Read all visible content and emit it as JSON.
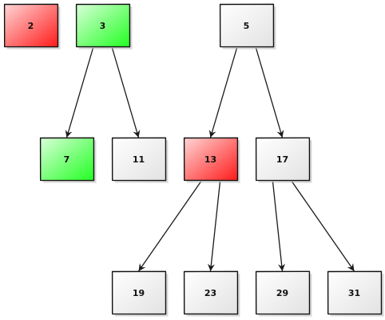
{
  "palette": {
    "red": {
      "light": "#ffd6d6",
      "dark": "#ff1a1a"
    },
    "green": {
      "light": "#d9ffd9",
      "dark": "#22ff22"
    },
    "gray": {
      "light": "#ffffff",
      "dark": "#e2e2e2"
    },
    "edge": "#1a1a1a"
  },
  "nodes": [
    {
      "id": "n2",
      "label": "2",
      "color": "red"
    },
    {
      "id": "n3",
      "label": "3",
      "color": "green"
    },
    {
      "id": "n5",
      "label": "5",
      "color": "gray"
    },
    {
      "id": "n7",
      "label": "7",
      "color": "green"
    },
    {
      "id": "n11",
      "label": "11",
      "color": "gray"
    },
    {
      "id": "n13",
      "label": "13",
      "color": "red"
    },
    {
      "id": "n17",
      "label": "17",
      "color": "gray"
    },
    {
      "id": "n19",
      "label": "19",
      "color": "gray"
    },
    {
      "id": "n23",
      "label": "23",
      "color": "gray"
    },
    {
      "id": "n29",
      "label": "29",
      "color": "gray"
    },
    {
      "id": "n31",
      "label": "31",
      "color": "gray"
    }
  ],
  "edges": [
    {
      "from": "n3",
      "to": "n7"
    },
    {
      "from": "n3",
      "to": "n11"
    },
    {
      "from": "n5",
      "to": "n13"
    },
    {
      "from": "n5",
      "to": "n17"
    },
    {
      "from": "n13",
      "to": "n19"
    },
    {
      "from": "n13",
      "to": "n23"
    },
    {
      "from": "n17",
      "to": "n29"
    },
    {
      "from": "n17",
      "to": "n31"
    }
  ]
}
